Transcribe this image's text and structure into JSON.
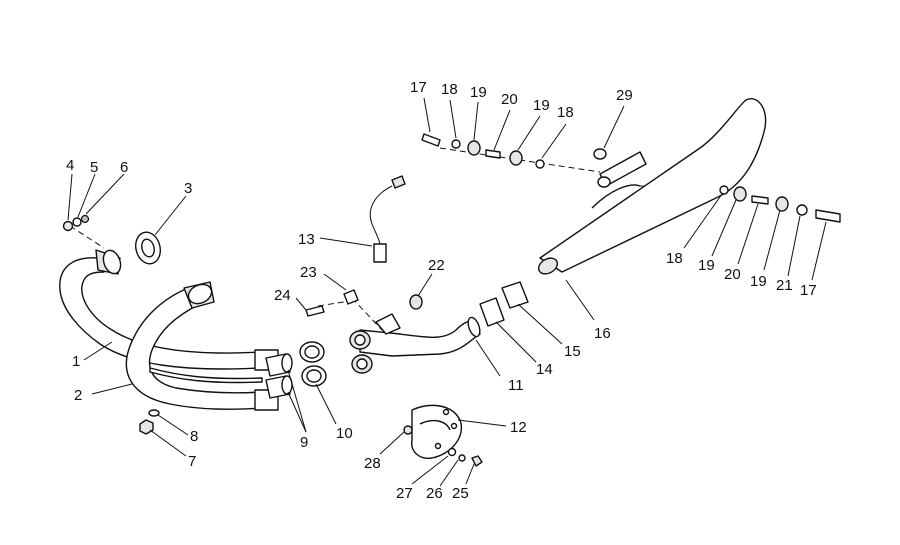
{
  "diagram": {
    "type": "exploded-parts-view",
    "colors": {
      "line": "#111111",
      "fill": "#ffffff",
      "shade": "#e6e6e6"
    }
  },
  "callouts": [
    {
      "id": "c1",
      "label": "1"
    },
    {
      "id": "c2",
      "label": "2"
    },
    {
      "id": "c3",
      "label": "3"
    },
    {
      "id": "c4",
      "label": "4"
    },
    {
      "id": "c5",
      "label": "5"
    },
    {
      "id": "c6",
      "label": "6"
    },
    {
      "id": "c7",
      "label": "7"
    },
    {
      "id": "c8",
      "label": "8"
    },
    {
      "id": "c9",
      "label": "9"
    },
    {
      "id": "c10",
      "label": "10"
    },
    {
      "id": "c11",
      "label": "11"
    },
    {
      "id": "c12",
      "label": "12"
    },
    {
      "id": "c13",
      "label": "13"
    },
    {
      "id": "c14",
      "label": "14"
    },
    {
      "id": "c15",
      "label": "15"
    },
    {
      "id": "c16",
      "label": "16"
    },
    {
      "id": "c17a",
      "label": "17"
    },
    {
      "id": "c18a",
      "label": "18"
    },
    {
      "id": "c19a",
      "label": "19"
    },
    {
      "id": "c20a",
      "label": "20"
    },
    {
      "id": "c19b",
      "label": "19"
    },
    {
      "id": "c18b",
      "label": "18"
    },
    {
      "id": "c29",
      "label": "29"
    },
    {
      "id": "c18c",
      "label": "18"
    },
    {
      "id": "c19c",
      "label": "19"
    },
    {
      "id": "c20b",
      "label": "20"
    },
    {
      "id": "c19d",
      "label": "19"
    },
    {
      "id": "c21",
      "label": "21"
    },
    {
      "id": "c17b",
      "label": "17"
    },
    {
      "id": "c22",
      "label": "22"
    },
    {
      "id": "c23",
      "label": "23"
    },
    {
      "id": "c24",
      "label": "24"
    },
    {
      "id": "c25",
      "label": "25"
    },
    {
      "id": "c26",
      "label": "26"
    },
    {
      "id": "c27",
      "label": "27"
    },
    {
      "id": "c28",
      "label": "28"
    }
  ]
}
